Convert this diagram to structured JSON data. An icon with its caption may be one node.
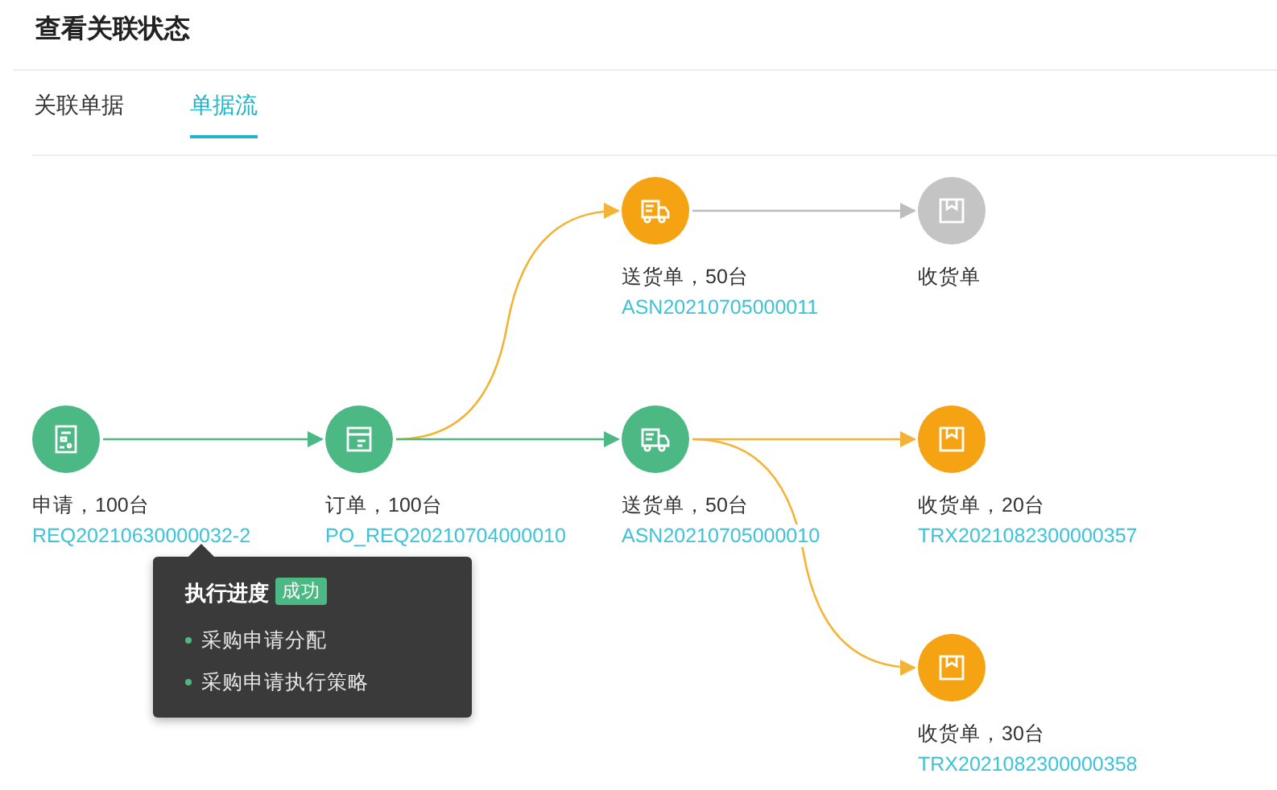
{
  "diagram": {
    "title": "查看关联状态",
    "nodes": [
      {
        "text": [
          "申请，100台",
          "REQ20210630000032-2"
        ]
      },
      {
        "text": [
          "订单，100台",
          "PO_REQ20210704000010"
        ]
      },
      {
        "text": [
          "送货单，50台",
          "ASN20210705000011"
        ]
      },
      {
        "text": [
          "收货单"
        ]
      },
      {
        "text": [
          "送货单，50台",
          "ASN20210705000010"
        ]
      },
      {
        "text": [
          "收货单，20台",
          "TRX2021082300000357"
        ]
      },
      {
        "text": [
          "收货单，30台",
          "TRX2021082300000358"
        ]
      },
      {
        "text": [
          "执行进度",
          "成功",
          "采购申请分配",
          "采购申请执行策略"
        ]
      }
    ],
    "edges": [
      {
        "from": 0,
        "to": 1,
        "arrow": "to",
        "color": "#4cb884"
      },
      {
        "from": 1,
        "to": 2,
        "arrow": "to",
        "color": "#f5b335"
      },
      {
        "from": 1,
        "to": 4,
        "arrow": "to",
        "color": "#4cb884"
      },
      {
        "from": 2,
        "to": 3,
        "arrow": "to",
        "color": "#bdbdbd"
      },
      {
        "from": 4,
        "to": 5,
        "arrow": "to",
        "color": "#f5b335"
      },
      {
        "from": 4,
        "to": 6,
        "arrow": "to",
        "color": "#f5b335"
      }
    ],
    "labels": [
      "关联单据",
      "单据流"
    ]
  }
}
